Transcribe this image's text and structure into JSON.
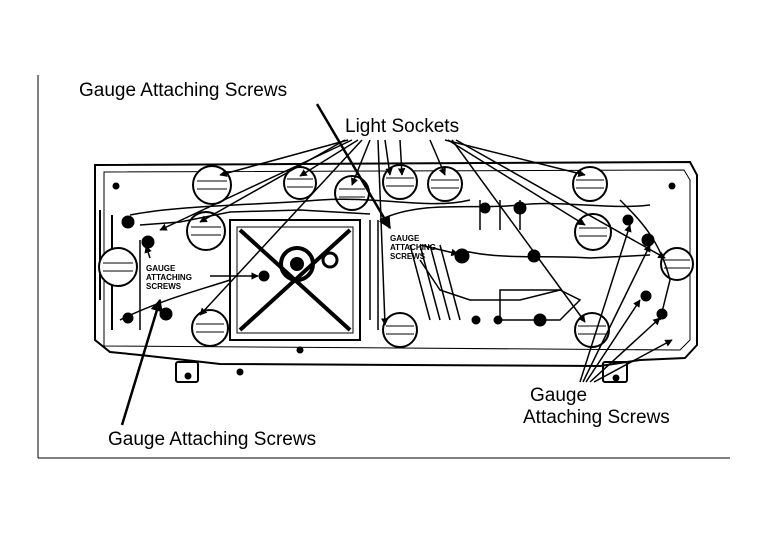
{
  "labels": {
    "top_left": "Gauge Attaching Screws",
    "light_sockets": "Light Sockets",
    "bottom_left": "Gauge Attaching Screws",
    "right_line1": "Gauge",
    "right_line2": "Attaching Screws"
  },
  "inner_labels": {
    "left": [
      "GAUGE",
      "ATTACHING",
      "SCREWS"
    ],
    "center": [
      "GAUGE",
      "ATTACHING",
      "SCREWS"
    ]
  },
  "colors": {
    "ink": "#000000",
    "paper": "#ffffff"
  }
}
